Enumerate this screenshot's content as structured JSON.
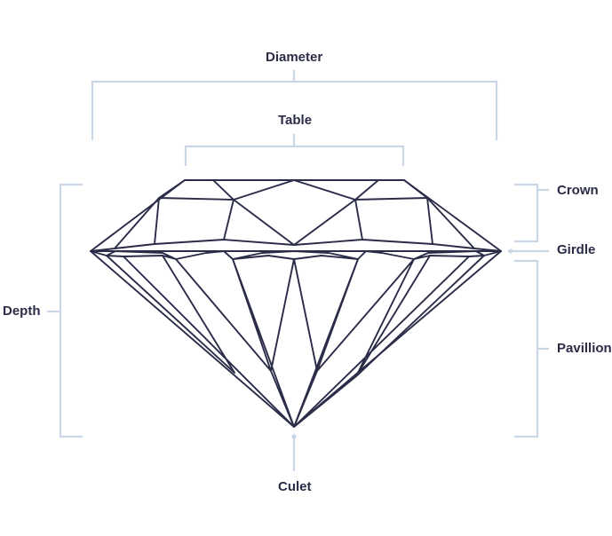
{
  "labels": {
    "diameter": "Diameter",
    "table": "Table",
    "crown": "Crown",
    "girdle": "Girdle",
    "depth": "Depth",
    "pavillion": "Pavillion",
    "culet": "Culet"
  },
  "colors": {
    "outline": "#2a2c48",
    "bracket": "#c9d6e5",
    "label_text": "#2a2c48",
    "background": "#ffffff"
  }
}
